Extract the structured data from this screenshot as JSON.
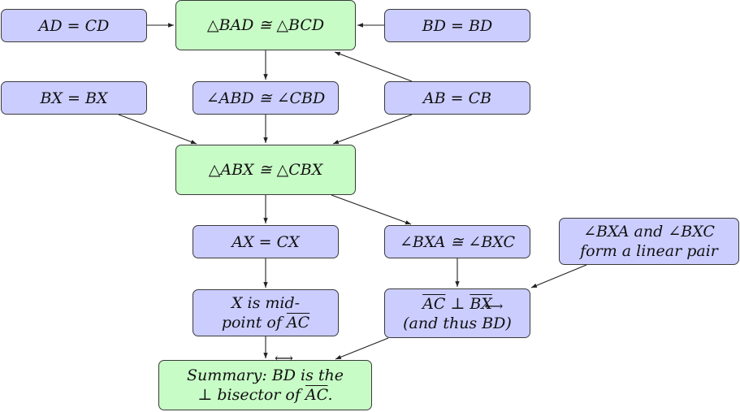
{
  "nodes": {
    "ad_cd": "AD = CD",
    "bad_bcd": "△BAD ≅ △BCD",
    "bd_bd": "BD = BD",
    "bx_bx": "BX = BX",
    "abd_cbd": "∠ABD ≅ ∠CBD",
    "ab_cb": "AB = CB",
    "abx_cbx": "△ABX ≅ △CBX",
    "ax_cx": "AX = CX",
    "bxa_bxc": "∠BXA ≅ ∠BXC",
    "linear_pair": {
      "line1": "∠BXA and ∠BXC",
      "line2": "form a linear pair"
    },
    "midpoint": {
      "line1": "X is mid-",
      "line2_pre": "point of ",
      "seg": "AC"
    },
    "perp": {
      "seg1": "AC",
      "perp": " ⊥ ",
      "seg2": "BX",
      "line2_pre": "(and thus ",
      "line": "BD",
      "line2_post": ")"
    },
    "summary": {
      "line1_pre": "Summary: ",
      "line": "BD",
      "line1_post": " is the",
      "line2_pre": "⊥ bisector of ",
      "seg": "AC",
      "line2_post": "."
    }
  },
  "colors": {
    "fact_fill": "#cbcdff",
    "result_fill": "#c8fcc6",
    "border": "#3a3a3a",
    "arrow": "#222222"
  }
}
